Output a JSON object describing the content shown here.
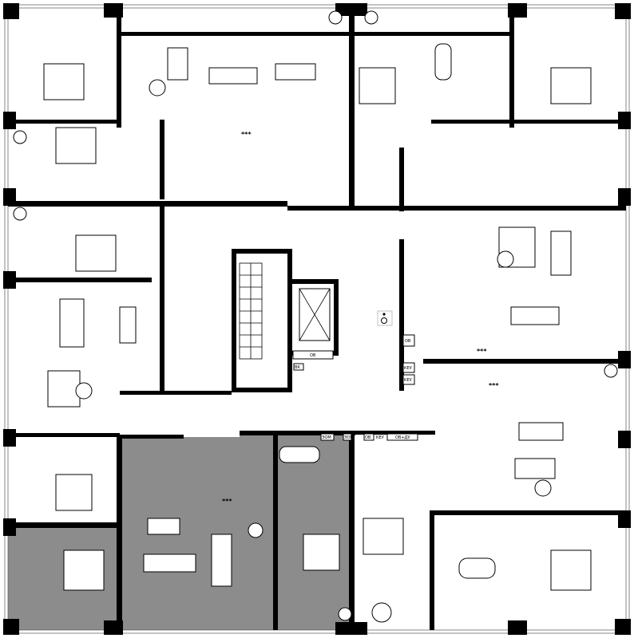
{
  "title": "Typical floor plan",
  "highlight_color": "#8c8c8c",
  "wall_color": "#000000",
  "labels": {
    "ov": "ОВ",
    "keu": "КЕУ",
    "vk": "ВК",
    "eom": "ЭОМ",
    "ovdu": "ОВ+ДУ",
    "stars": "***"
  },
  "icons": [
    "wheelchair-icon",
    "stair-icon",
    "elevator-icon",
    "bed-icon",
    "sofa-icon",
    "dining-table-icon",
    "bathtub-icon",
    "toilet-icon",
    "plant-icon",
    "armchair-icon",
    "wardrobe-icon",
    "kitchen-stove-icon"
  ]
}
